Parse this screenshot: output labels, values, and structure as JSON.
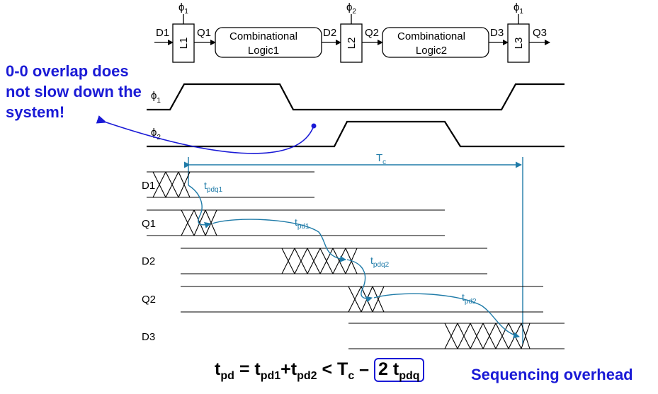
{
  "pipeline": {
    "input": "D1",
    "latches": [
      {
        "name": "L1",
        "clock": "ϕ",
        "clock_sub": "1",
        "out": "Q1"
      },
      {
        "name": "L2",
        "clock": "ϕ",
        "clock_sub": "2",
        "in": "D2",
        "out": "Q2"
      },
      {
        "name": "L3",
        "clock": "ϕ",
        "clock_sub": "1",
        "in": "D3",
        "out": "Q3"
      }
    ],
    "logic": [
      {
        "line1": "Combinational",
        "line2": "Logic1"
      },
      {
        "line1": "Combinational",
        "line2": "Logic2"
      }
    ]
  },
  "clocks": [
    {
      "sym": "ϕ",
      "sub": "1"
    },
    {
      "sym": "ϕ",
      "sub": "2"
    }
  ],
  "period": {
    "sym": "T",
    "sub": "c"
  },
  "signals": [
    "D1",
    "Q1",
    "D2",
    "Q2",
    "D3"
  ],
  "delays": [
    {
      "t": "t",
      "sub": "pdq1"
    },
    {
      "t": "t",
      "sub": "pd1"
    },
    {
      "t": "t",
      "sub": "pdq2"
    },
    {
      "t": "t",
      "sub": "pd2"
    }
  ],
  "callout": "0-0 overlap does not slow down the system!",
  "overhead_label": "Sequencing overhead",
  "equation": {
    "t": "t",
    "pd": "pd",
    "eq": " = ",
    "pd1": "pd1",
    "plus": "+",
    "pd2": "pd2",
    "lt": " < T",
    "c": "c",
    "minus": " –",
    "two": "2 t",
    "pdq": "pdq"
  },
  "colors": {
    "accent": "#1a1ad6",
    "timing": "#1f7ba8",
    "ink": "#000000"
  }
}
